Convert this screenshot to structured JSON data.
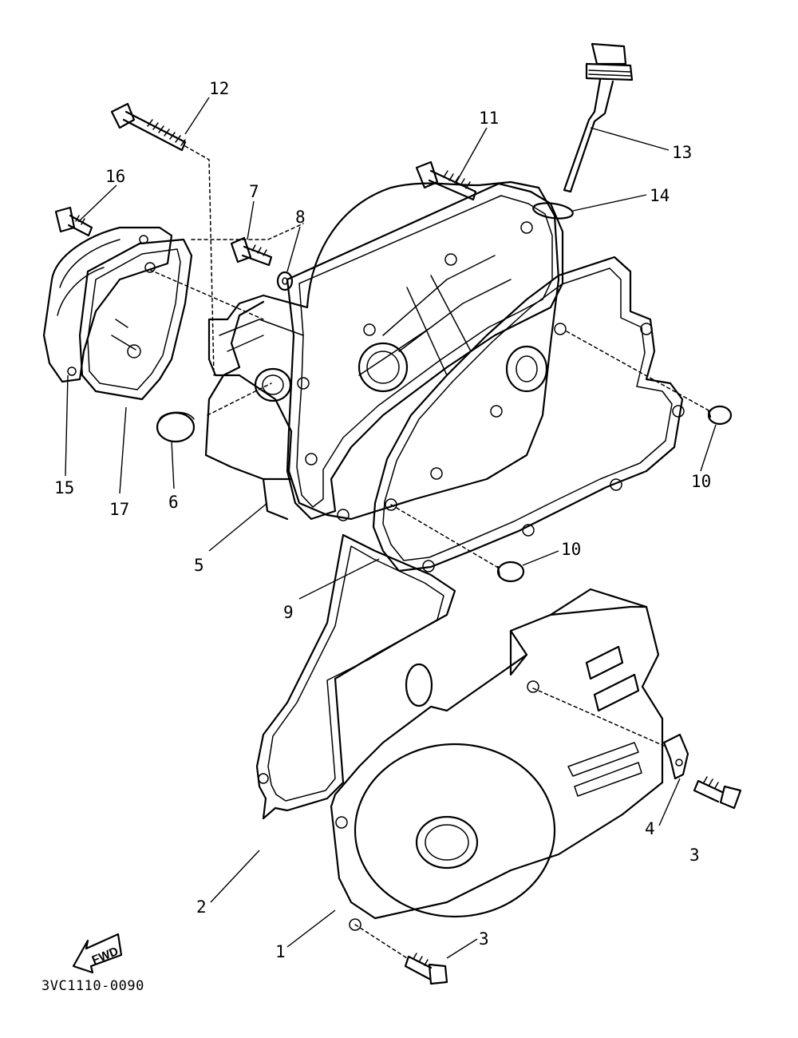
{
  "diagram": {
    "catalog_code": "3VC1110-0090",
    "fwd_arrow": "FWD",
    "callouts": [
      {
        "id": "c1",
        "text": "1"
      },
      {
        "id": "c2",
        "text": "2"
      },
      {
        "id": "c3a",
        "text": "3"
      },
      {
        "id": "c3b",
        "text": "3"
      },
      {
        "id": "c4",
        "text": "4"
      },
      {
        "id": "c5",
        "text": "5"
      },
      {
        "id": "c6",
        "text": "6"
      },
      {
        "id": "c7",
        "text": "7"
      },
      {
        "id": "c8",
        "text": "8"
      },
      {
        "id": "c9",
        "text": "9"
      },
      {
        "id": "c10a",
        "text": "10"
      },
      {
        "id": "c10b",
        "text": "10"
      },
      {
        "id": "c11",
        "text": "11"
      },
      {
        "id": "c12",
        "text": "12"
      },
      {
        "id": "c13",
        "text": "13"
      },
      {
        "id": "c14",
        "text": "14"
      },
      {
        "id": "c15",
        "text": "15"
      },
      {
        "id": "c16",
        "text": "16"
      },
      {
        "id": "c17",
        "text": "17"
      }
    ]
  }
}
